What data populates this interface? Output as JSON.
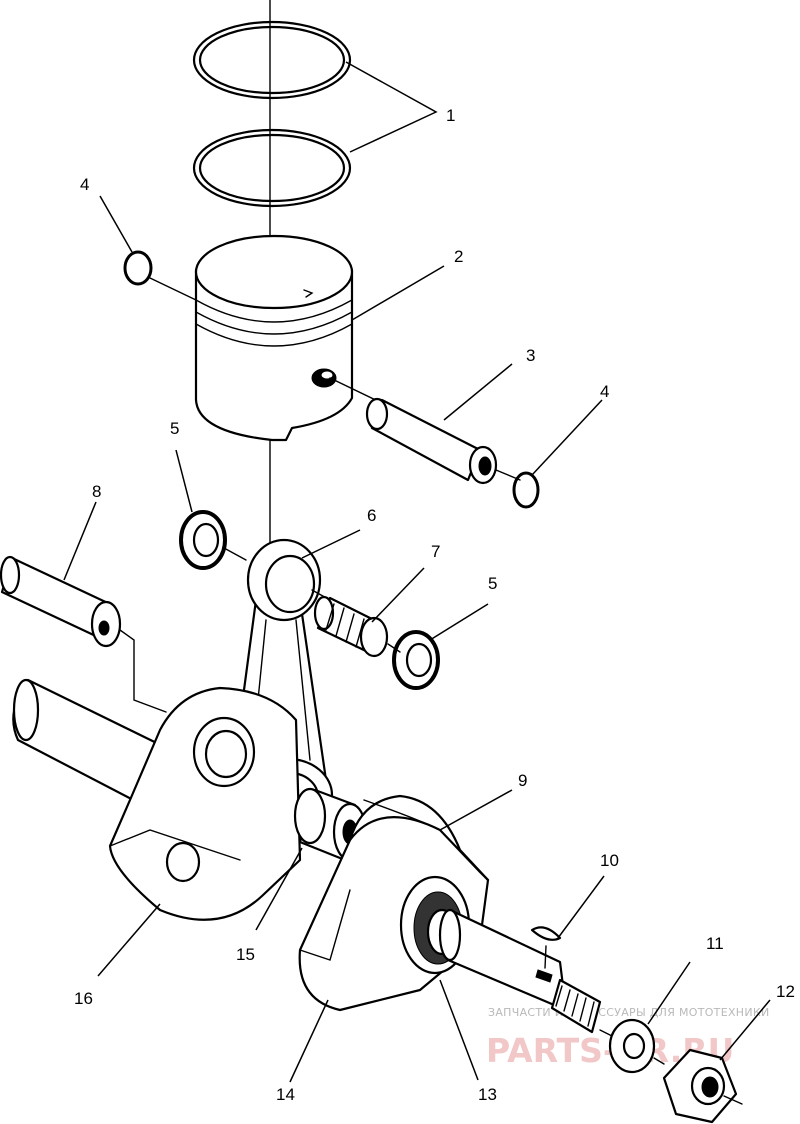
{
  "diagram": {
    "callouts": {
      "n1": "1",
      "n2": "2",
      "n3": "3",
      "n4a": "4",
      "n4b": "4",
      "n5a": "5",
      "n5b": "5",
      "n6": "6",
      "n7": "7",
      "n8": "8",
      "n9": "9",
      "n10": "10",
      "n11": "11",
      "n12": "12",
      "n13": "13",
      "n14": "14",
      "n15": "15",
      "n16": "16"
    }
  },
  "watermark": {
    "tagline": "ЗАПЧАСТИ И АКСЕССУАРЫ ДЛЯ МОТОТЕХНИКИ",
    "logo": "PARTS-GR.RU"
  },
  "colors": {
    "line": "#000000",
    "background": "#ffffff",
    "watermark_red": "#f1c7c7",
    "watermark_gray": "#b9b9b9"
  }
}
